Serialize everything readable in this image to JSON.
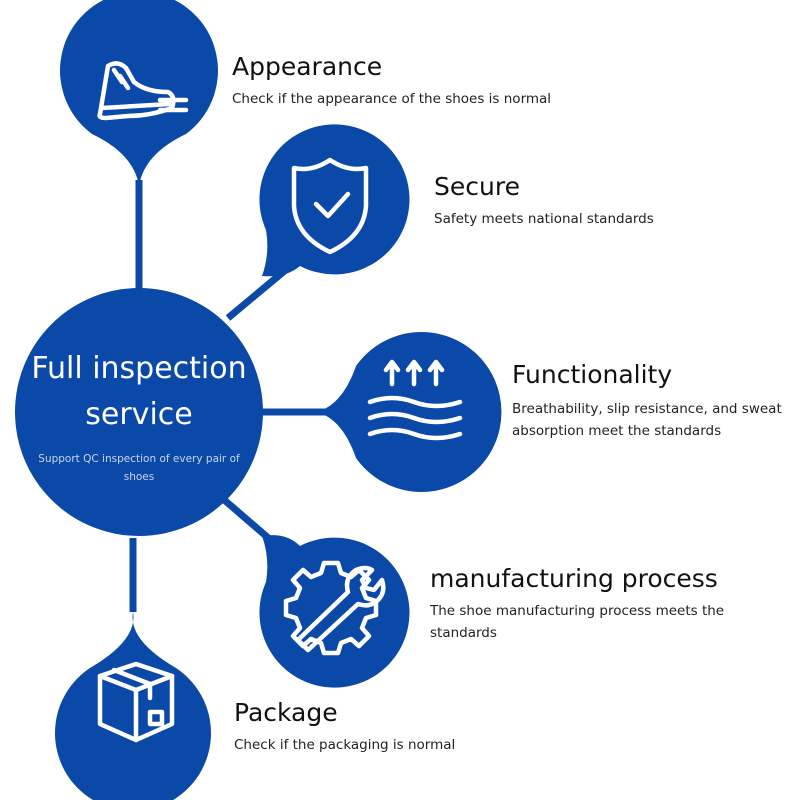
{
  "hub": {
    "title": "Full inspection service",
    "subtitle": "Support QC inspection of every pair of shoes"
  },
  "items": [
    {
      "title": "Appearance",
      "description": "Check if the appearance of the shoes is normal",
      "icon": "sneaker-icon"
    },
    {
      "title": "Secure",
      "description": "Safety meets national standards",
      "icon": "shield-check-icon"
    },
    {
      "title": "Functionality",
      "description": "Breathability, slip resistance, and sweat absorption meet the standards",
      "icon": "breathable-waves-icon"
    },
    {
      "title": "manufacturing process",
      "description": "The shoe manufacturing process meets the standards",
      "icon": "gear-wrench-icon"
    },
    {
      "title": "Package",
      "description": "Check if the packaging is normal",
      "icon": "package-box-icon"
    }
  ],
  "colors": {
    "primary_blue": "#0b49a8",
    "text": "#111111",
    "background": "#ffffff"
  }
}
